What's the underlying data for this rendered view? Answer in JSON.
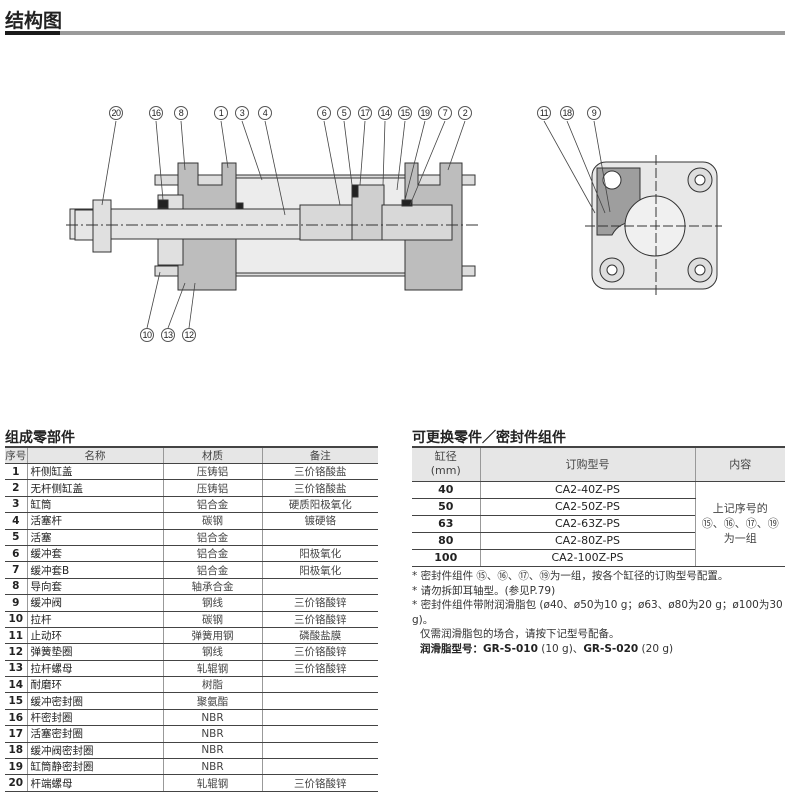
{
  "title": "结构图",
  "callouts_top": [
    "20",
    "16",
    "8",
    "1",
    "3",
    "4",
    "6",
    "5",
    "17",
    "14",
    "15",
    "19",
    "7",
    "2"
  ],
  "callouts_bottom": [
    "10",
    "13",
    "12"
  ],
  "callouts_side": [
    "11",
    "18",
    "9"
  ],
  "parts_section": {
    "title": "组成零部件",
    "headers": [
      "序号",
      "名称",
      "材质",
      "备注"
    ],
    "rows": [
      [
        "1",
        "杆侧缸盖",
        "压铸铝",
        "三价铬酸盐"
      ],
      [
        "2",
        "无杆侧缸盖",
        "压铸铝",
        "三价铬酸盐"
      ],
      [
        "3",
        "缸筒",
        "铝合金",
        "硬质阳极氧化"
      ],
      [
        "4",
        "活塞杆",
        "碳钢",
        "镀硬铬"
      ],
      [
        "5",
        "活塞",
        "铝合金",
        ""
      ],
      [
        "6",
        "缓冲套",
        "铝合金",
        "阳极氧化"
      ],
      [
        "7",
        "缓冲套B",
        "铝合金",
        "阳极氧化"
      ],
      [
        "8",
        "导向套",
        "轴承合金",
        ""
      ],
      [
        "9",
        "缓冲阀",
        "钢线",
        "三价铬酸锌"
      ],
      [
        "10",
        "拉杆",
        "碳钢",
        "三价铬酸锌"
      ],
      [
        "11",
        "止动环",
        "弹簧用钢",
        "磷酸盐膜"
      ],
      [
        "12",
        "弹簧垫圈",
        "钢线",
        "三价铬酸锌"
      ],
      [
        "13",
        "拉杆螺母",
        "轧辊钢",
        "三价铬酸锌"
      ],
      [
        "14",
        "耐磨环",
        "树脂",
        ""
      ],
      [
        "15",
        "缓冲密封圈",
        "聚氨酯",
        ""
      ],
      [
        "16",
        "杆密封圈",
        "NBR",
        ""
      ],
      [
        "17",
        "活塞密封圈",
        "NBR",
        ""
      ],
      [
        "18",
        "缓冲阀密封圈",
        "NBR",
        ""
      ],
      [
        "19",
        "缸筒静密封圈",
        "NBR",
        ""
      ],
      [
        "20",
        "杆端螺母",
        "轧辊钢",
        "三价铬酸锌"
      ]
    ]
  },
  "seal_section": {
    "title": "可更换零件／密封件组件",
    "headers": [
      "缸径",
      "(mm)",
      "订购型号",
      "内容"
    ],
    "rows": [
      [
        "40",
        "CA2-40Z-PS"
      ],
      [
        "50",
        "CA2-50Z-PS"
      ],
      [
        "63",
        "CA2-63Z-PS"
      ],
      [
        "80",
        "CA2-80Z-PS"
      ],
      [
        "100",
        "CA2-100Z-PS"
      ]
    ],
    "content": [
      "上记序号的",
      "⑮、⑯、⑰、⑲",
      "为一组"
    ],
    "notes": [
      "* 密封件组件 ⑮、⑯、⑰、⑲为一组，按各个缸径的订购型号配置。",
      "* 请勿拆卸耳轴型。(参见P.79)",
      "* 密封件组件带附润滑脂包 (ø40、ø50为10 g；ø63、ø80为20 g；ø100为30 g)。",
      "仅需润滑脂包的场合，请按下记型号配备。"
    ],
    "grease_label": "润滑脂型号：",
    "grease_a": "GR-S-010",
    "grease_a_w": " (10 g)、",
    "grease_b": "GR-S-020",
    "grease_b_w": " (20 g)"
  }
}
